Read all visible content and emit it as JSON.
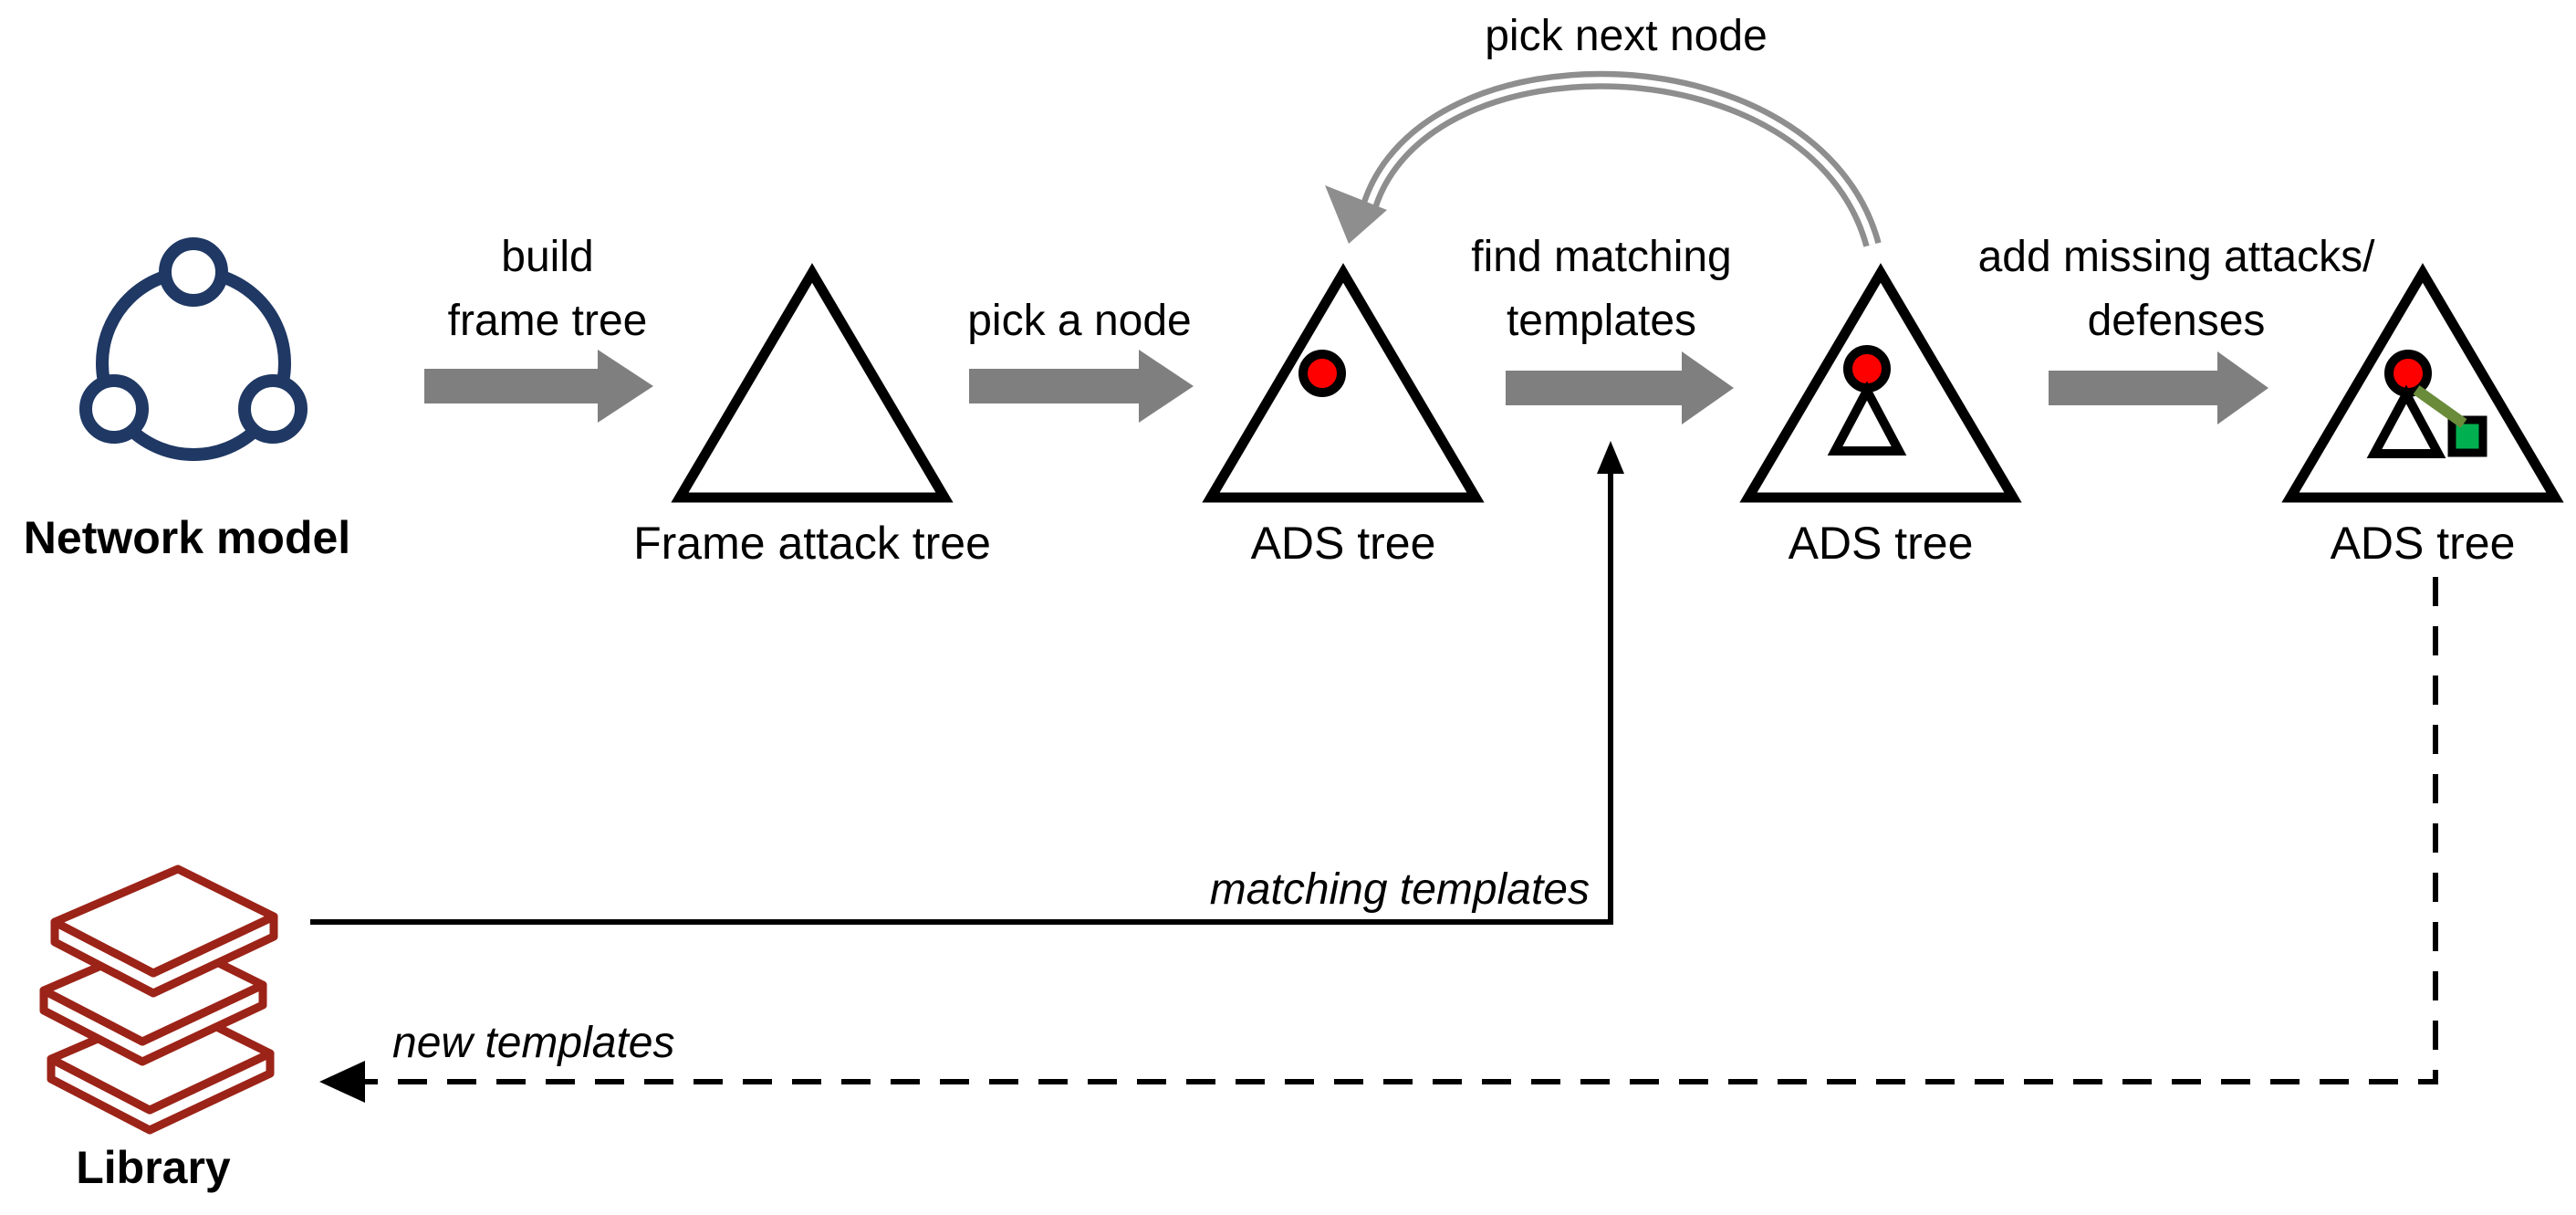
{
  "colors": {
    "navy": "#1F3864",
    "label_red": "#C00000",
    "book_red": "#9C2318",
    "arrow_gray": "#7F7F7F",
    "loop_gray": "#8E8E8E",
    "node_red": "#FF0000",
    "defense_green": "#00B050",
    "edge_olive": "#6A8B3A",
    "line_black": "#000000"
  },
  "nodes": {
    "network_model": {
      "label": "Network model",
      "icon": "three-circles-network-icon"
    },
    "frame_attack_tree": {
      "label": "Frame attack tree"
    },
    "ads_tree_1": {
      "label": "ADS tree"
    },
    "ads_tree_2": {
      "label": "ADS tree"
    },
    "ads_tree_3": {
      "label": "ADS tree"
    },
    "library": {
      "label": "Library",
      "icon": "stacked-books-icon"
    }
  },
  "edges": {
    "build_frame_tree": {
      "line1": "build",
      "line2": "frame tree"
    },
    "pick_a_node": {
      "label": "pick a node"
    },
    "find_matching_templates": {
      "line1": "find matching",
      "line2": "templates"
    },
    "add_missing": {
      "line1": "add missing attacks/",
      "line2": "defenses"
    },
    "pick_next_node": {
      "label": "pick next node"
    },
    "matching_templates": {
      "label": "matching templates"
    },
    "new_templates": {
      "label": "new templates"
    }
  }
}
